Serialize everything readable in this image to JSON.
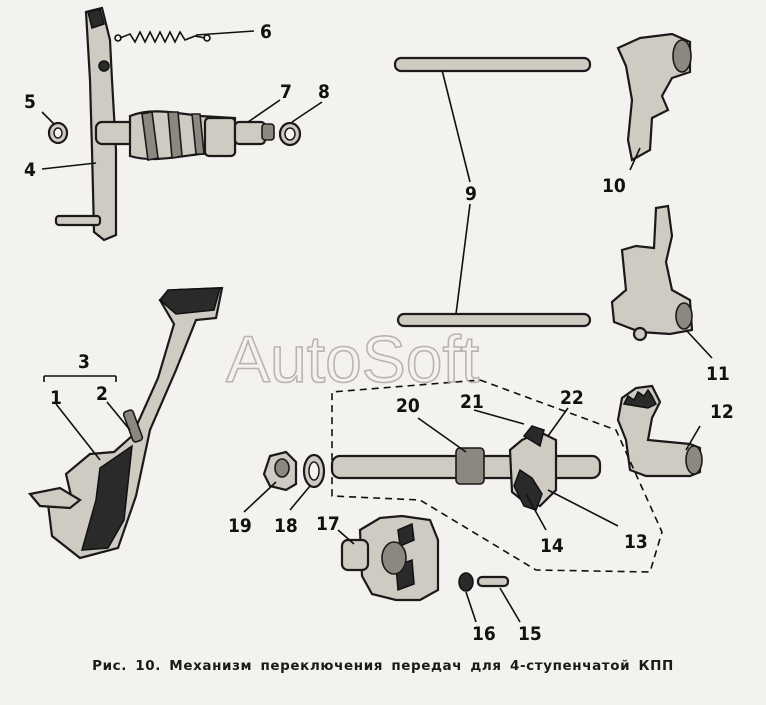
{
  "labels": [
    "1",
    "2",
    "3",
    "4",
    "5",
    "6",
    "7",
    "8",
    "9",
    "10",
    "11",
    "12",
    "13",
    "14",
    "15",
    "16",
    "17",
    "18",
    "19",
    "20",
    "21",
    "22"
  ],
  "caption": "Рис. 10. Механизм переключения передач для 4-ступенчатой КПП",
  "watermark": "AutoSoft",
  "colors": {
    "ink": "#1a1a1a",
    "paper": "#f4f2ee",
    "part_fill": "#cfcac2",
    "watermark": "#b9b5ae"
  }
}
